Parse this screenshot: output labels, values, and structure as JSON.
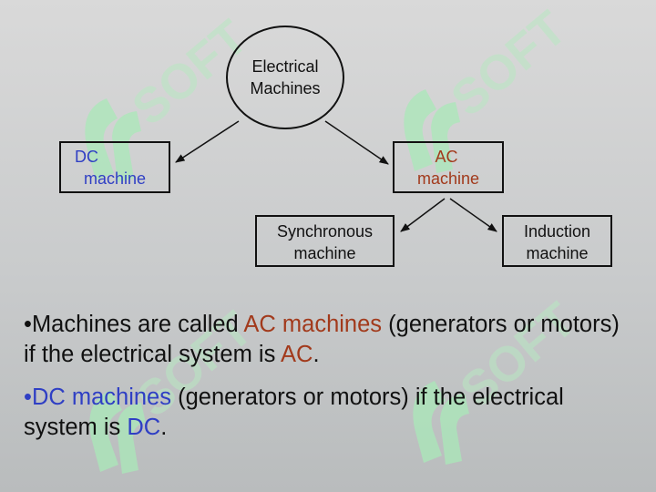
{
  "colors": {
    "ac_accent": "#a23a1c",
    "dc_accent": "#2f3fc4",
    "watermark": "#a9e8b8",
    "text": "#111111"
  },
  "watermark": {
    "text": "SOFT",
    "logo_icon": "soft-logo-icon"
  },
  "diagram": {
    "root": {
      "line1": "Electrical",
      "line2": "Machines"
    },
    "dc": {
      "line1": "DC",
      "line2": "machine"
    },
    "ac": {
      "line1": "AC",
      "line2": "machine"
    },
    "sync": {
      "line1": "Synchronous",
      "line2": "machine"
    },
    "induction": {
      "line1": "Induction",
      "line2": "machine"
    }
  },
  "bullets": {
    "b1": {
      "marker": "•",
      "p1": "Machines are called ",
      "hl1": "AC machines",
      "p2": " (generators or motors) if the electrical system is ",
      "hl2": "AC",
      "p3": "."
    },
    "b2": {
      "marker": "•",
      "hl1": "DC machines",
      "p1": " (generators or motors) if the electrical system is ",
      "hl2": "DC",
      "p2": "."
    }
  }
}
